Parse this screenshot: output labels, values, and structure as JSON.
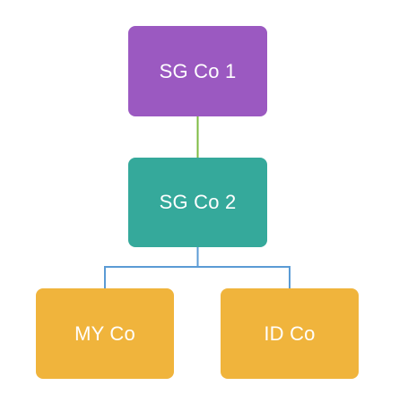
{
  "nodes": {
    "sg_co_1": {
      "label": "SG Co 1",
      "color": "#9b59c1"
    },
    "sg_co_2": {
      "label": "SG Co 2",
      "color": "#35a99b"
    },
    "my_co": {
      "label": "MY Co",
      "color": "#f0b43c"
    },
    "id_co": {
      "label": "ID Co",
      "color": "#f0b43c"
    }
  },
  "connector_colors": {
    "primary": "#7dbb42",
    "branch": "#5b9bd5"
  }
}
